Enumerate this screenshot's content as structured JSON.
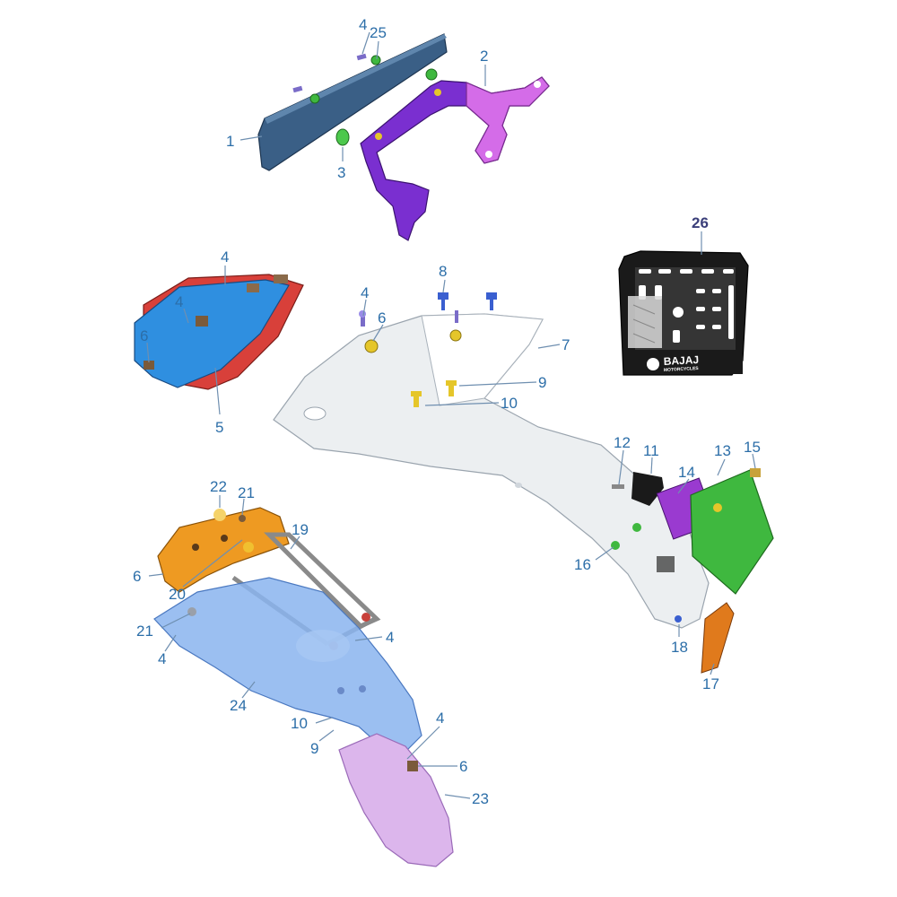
{
  "callouts": [
    {
      "id": "1",
      "text": "1"
    },
    {
      "id": "2",
      "text": "2"
    },
    {
      "id": "3",
      "text": "3"
    },
    {
      "id": "4a",
      "text": "4"
    },
    {
      "id": "25",
      "text": "25"
    },
    {
      "id": "4b",
      "text": "4"
    },
    {
      "id": "4c",
      "text": "4"
    },
    {
      "id": "6a",
      "text": "6"
    },
    {
      "id": "5",
      "text": "5"
    },
    {
      "id": "4d",
      "text": "4"
    },
    {
      "id": "6b",
      "text": "6"
    },
    {
      "id": "8",
      "text": "8"
    },
    {
      "id": "7",
      "text": "7"
    },
    {
      "id": "9a",
      "text": "9"
    },
    {
      "id": "10a",
      "text": "10"
    },
    {
      "id": "26",
      "text": "26"
    },
    {
      "id": "12",
      "text": "12"
    },
    {
      "id": "11",
      "text": "11"
    },
    {
      "id": "13",
      "text": "13"
    },
    {
      "id": "15",
      "text": "15"
    },
    {
      "id": "14",
      "text": "14"
    },
    {
      "id": "16",
      "text": "16"
    },
    {
      "id": "18",
      "text": "18"
    },
    {
      "id": "17",
      "text": "17"
    },
    {
      "id": "22",
      "text": "22"
    },
    {
      "id": "21a",
      "text": "21"
    },
    {
      "id": "19",
      "text": "19"
    },
    {
      "id": "6c",
      "text": "6"
    },
    {
      "id": "20",
      "text": "20"
    },
    {
      "id": "21b",
      "text": "21"
    },
    {
      "id": "4e",
      "text": "4"
    },
    {
      "id": "4f",
      "text": "4"
    },
    {
      "id": "24",
      "text": "24"
    },
    {
      "id": "10b",
      "text": "10"
    },
    {
      "id": "9b",
      "text": "9"
    },
    {
      "id": "4g",
      "text": "4"
    },
    {
      "id": "6d",
      "text": "6"
    },
    {
      "id": "23",
      "text": "23"
    }
  ],
  "plate_frame": {
    "brand_name": "BAJAJ",
    "brand_sub": "MOTORCYCLES"
  },
  "colors": {
    "label": "#2c6ea8",
    "plate": "#3a5f86",
    "bracket": "#7a2fd0",
    "bracket_light": "#d46ce8",
    "washer": "#3fb83f",
    "tail_blue": "#2f8fe0",
    "tail_red": "#d8403a",
    "fender_white": "#eceff1",
    "frame_black": "#1a1a1a",
    "reflector": "#e07a1c",
    "plate_green": "#3fb83f",
    "orange": "#ee9a22",
    "hugger_blue": "#8ab4ee",
    "mudguard_pink": "#dcb6ec"
  }
}
